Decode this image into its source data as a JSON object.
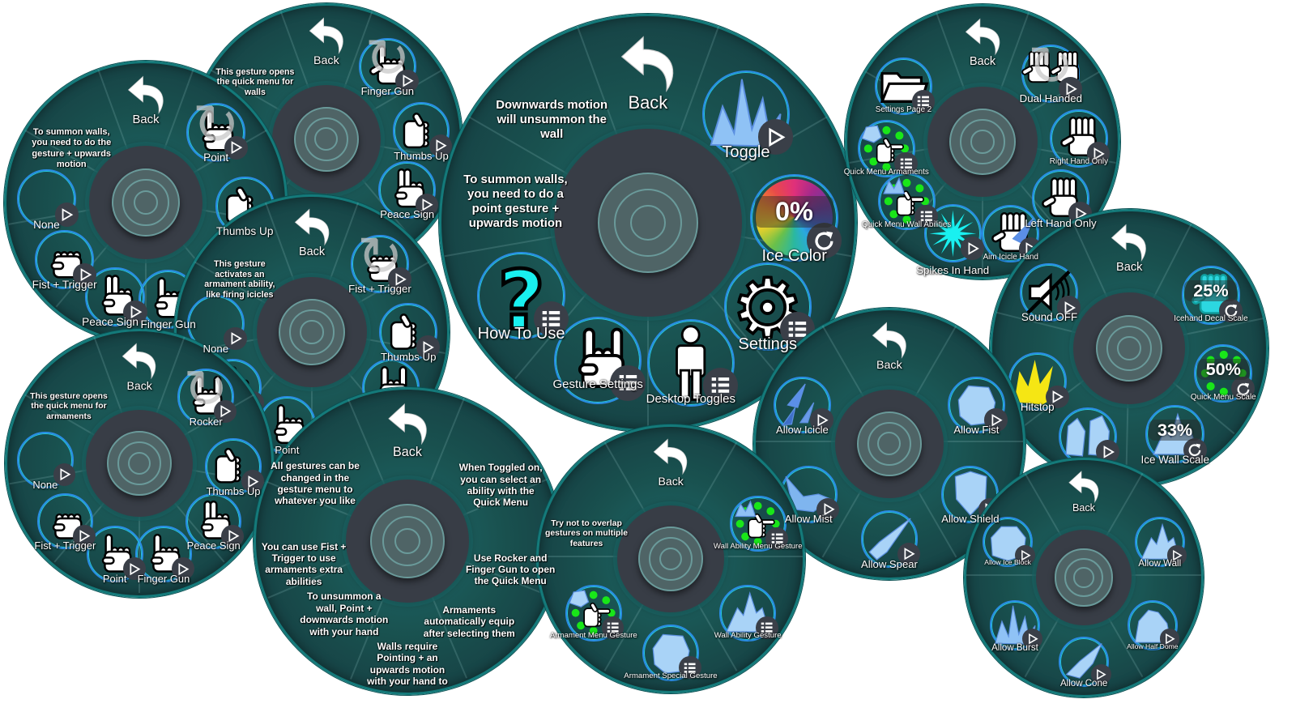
{
  "menus": [
    {
      "id": "wall-gesture-menu",
      "items": [
        {
          "type": "back",
          "label": "Back"
        },
        {
          "type": "button",
          "label": "Finger Gun",
          "icon": "finger-gun",
          "badge": "play",
          "selected": true
        },
        {
          "type": "button",
          "label": "Thumbs Up",
          "icon": "thumbs-up",
          "badge": "play"
        },
        {
          "type": "button",
          "label": "Peace Sign",
          "icon": "peace-sign",
          "badge": "play"
        },
        {
          "type": "note",
          "label": "This gesture opens the quick menu for walls"
        }
      ]
    },
    {
      "id": "summon-gesture-menu",
      "items": [
        {
          "type": "back",
          "label": "Back"
        },
        {
          "type": "button",
          "label": "Point",
          "icon": "point",
          "badge": "play",
          "selected": true
        },
        {
          "type": "button",
          "label": "Thumbs Up",
          "icon": "thumbs-up",
          "badge": "play"
        },
        {
          "type": "button",
          "label": "Finger Gun",
          "icon": "point",
          "badge": "play"
        },
        {
          "type": "button",
          "label": "Peace Sign",
          "icon": "peace-sign",
          "badge": "play"
        },
        {
          "type": "button",
          "label": "Fist + Trigger",
          "icon": "fist",
          "badge": "play"
        },
        {
          "type": "button",
          "label": "None",
          "icon": "none",
          "badge": "play"
        },
        {
          "type": "note",
          "label": "To summon walls, you need to do the gesture + upwards motion"
        }
      ]
    },
    {
      "id": "armament-ability-gesture-menu",
      "items": [
        {
          "type": "back",
          "label": "Back"
        },
        {
          "type": "button",
          "label": "Fist + Trigger",
          "icon": "fist",
          "badge": "play",
          "selected": true
        },
        {
          "type": "button",
          "label": "Thumbs Up",
          "icon": "thumbs-up",
          "badge": "play"
        },
        {
          "type": "button",
          "label": "",
          "icon": "rocker",
          "badge": "play"
        },
        {
          "type": "button",
          "label": "Point",
          "icon": "point",
          "badge": "play"
        },
        {
          "type": "button",
          "label": "",
          "icon": "peace-sign",
          "badge": "play"
        },
        {
          "type": "button",
          "label": "None",
          "icon": "none",
          "badge": "play"
        },
        {
          "type": "note",
          "label": "This gesture activates an armament ability, like firing icicles"
        }
      ]
    },
    {
      "id": "armament-quick-gesture-menu",
      "items": [
        {
          "type": "back",
          "label": "Back"
        },
        {
          "type": "button",
          "label": "Rocker",
          "icon": "rocker",
          "badge": "play",
          "selected": true
        },
        {
          "type": "button",
          "label": "Thumbs Up",
          "icon": "thumbs-up",
          "badge": "play"
        },
        {
          "type": "button",
          "label": "Peace Sign",
          "icon": "peace-sign",
          "badge": "play"
        },
        {
          "type": "button",
          "label": "Finger Gun",
          "icon": "point",
          "badge": "play"
        },
        {
          "type": "button",
          "label": "Point",
          "icon": "point",
          "badge": "play"
        },
        {
          "type": "button",
          "label": "Fist + Trigger",
          "icon": "fist",
          "badge": "play"
        },
        {
          "type": "button",
          "label": "None",
          "icon": "none",
          "badge": "play"
        },
        {
          "type": "note",
          "label": "This gesture opens the quick menu for armaments"
        }
      ]
    },
    {
      "id": "main-menu",
      "items": [
        {
          "type": "back",
          "label": "Back"
        },
        {
          "type": "button",
          "label": "Toggle",
          "icon": "ice-spikes",
          "badge": "play"
        },
        {
          "type": "button",
          "label": "Ice Color",
          "icon": "color-wheel",
          "badge": "reset",
          "value": "0%"
        },
        {
          "type": "button",
          "label": "Settings",
          "icon": "gear",
          "badge": "list"
        },
        {
          "type": "button",
          "label": "Desktop Toggles",
          "icon": "person",
          "badge": "list"
        },
        {
          "type": "button",
          "label": "Gesture Settings",
          "icon": "rocker",
          "badge": "list"
        },
        {
          "type": "button",
          "label": "How To Use",
          "icon": "question",
          "badge": "list"
        },
        {
          "type": "note",
          "label": "To summon walls, you need to do a point gesture + upwards motion"
        },
        {
          "type": "note",
          "label": "Downwards motion will unsummon the wall"
        }
      ]
    },
    {
      "id": "how-to-use-menu",
      "items": [
        {
          "type": "back",
          "label": "Back"
        },
        {
          "type": "note",
          "label": "When Toggled on, you can select an ability with the Quick Menu"
        },
        {
          "type": "note",
          "label": "Use Rocker and Finger Gun to open the Quick Menu"
        },
        {
          "type": "note",
          "label": "Armaments automatically equip after selecting them"
        },
        {
          "type": "note",
          "label": "Walls require Pointing + an upwards motion with your hand to"
        },
        {
          "type": "note",
          "label": "To unsummon a wall, Point + downwards motion with your hand"
        },
        {
          "type": "note",
          "label": "You can use Fist + Trigger to use armaments extra abilities"
        },
        {
          "type": "note",
          "label": "All gestures can be changed in the gesture menu to whatever you like"
        }
      ]
    },
    {
      "id": "settings-menu",
      "items": [
        {
          "type": "back",
          "label": "Back"
        },
        {
          "type": "button",
          "label": "Dual Handed",
          "icon": "dual-hands",
          "badge": "play",
          "selected": true
        },
        {
          "type": "button",
          "label": "Right Hand Only",
          "icon": "open-hand",
          "badge": "play"
        },
        {
          "type": "button",
          "label": "Left Hand Only",
          "icon": "open-hand",
          "badge": "play"
        },
        {
          "type": "button",
          "label": "Aim Icicle Hand",
          "icon": "aim-icicle",
          "badge": "play"
        },
        {
          "type": "button",
          "label": "Spikes In Hand",
          "icon": "starburst",
          "badge": "play"
        },
        {
          "type": "button",
          "label": "Quick Menu Wall Abilities",
          "icon": "quick-wall",
          "badge": "list"
        },
        {
          "type": "button",
          "label": "Quick Menu Armaments",
          "icon": "quick-armament",
          "badge": "list"
        },
        {
          "type": "button",
          "label": "Settings Page 2",
          "icon": "folder",
          "badge": "list"
        }
      ]
    },
    {
      "id": "settings-page-2-menu",
      "items": [
        {
          "type": "back",
          "label": "Back"
        },
        {
          "type": "button",
          "label": "Icehand Decal Scale",
          "icon": "cyan-hand",
          "badge": "reset",
          "value": "25%"
        },
        {
          "type": "button",
          "label": "Quick Menu Scale",
          "icon": "quick-dots",
          "badge": "reset",
          "value": "50%"
        },
        {
          "type": "button",
          "label": "Ice Wall Scale",
          "icon": "ice-mountain",
          "badge": "reset",
          "value": "33%"
        },
        {
          "type": "button",
          "label": "",
          "icon": "ice-fists",
          "badge": "play"
        },
        {
          "type": "button",
          "label": "Hitstop",
          "icon": "yellow-burst",
          "badge": "play"
        },
        {
          "type": "button",
          "label": "Sound OFF",
          "icon": "speaker-muted",
          "badge": "play"
        }
      ]
    },
    {
      "id": "armament-toggles-menu",
      "items": [
        {
          "type": "back",
          "label": "Back"
        },
        {
          "type": "button",
          "label": "Allow Fist",
          "icon": "ice-fist",
          "badge": "play"
        },
        {
          "type": "button",
          "label": "Allow Shield",
          "icon": "ice-shield",
          "badge": "play"
        },
        {
          "type": "button",
          "label": "Allow Spear",
          "icon": "ice-spear",
          "badge": "play"
        },
        {
          "type": "button",
          "label": "Allow Mist",
          "icon": "ice-mist",
          "badge": "play"
        },
        {
          "type": "button",
          "label": "Allow Icicle",
          "icon": "icicles",
          "badge": "play"
        }
      ]
    },
    {
      "id": "gesture-settings-menu",
      "items": [
        {
          "type": "back",
          "label": "Back"
        },
        {
          "type": "button",
          "label": "Wall Ability Menu Gesture",
          "icon": "quick-wall",
          "badge": "list"
        },
        {
          "type": "button",
          "label": "Wall Ability Gesture",
          "icon": "ice-mountain",
          "badge": "list"
        },
        {
          "type": "button",
          "label": "Armament Special Gesture",
          "icon": "ice-fist",
          "badge": "list"
        },
        {
          "type": "button",
          "label": "Armament Menu Gesture",
          "icon": "quick-armament",
          "badge": "list"
        },
        {
          "type": "note",
          "label": "Try not to overlap gestures on multiple features"
        }
      ]
    },
    {
      "id": "wall-toggles-menu",
      "items": [
        {
          "type": "back",
          "label": "Back"
        },
        {
          "type": "button",
          "label": "Allow Wall",
          "icon": "ice-mountain",
          "badge": "play"
        },
        {
          "type": "button",
          "label": "Allow Half Dome",
          "icon": "ice-dome",
          "badge": "play"
        },
        {
          "type": "button",
          "label": "Allow Cone",
          "icon": "ice-cone",
          "badge": "play"
        },
        {
          "type": "button",
          "label": "Allow Burst",
          "icon": "ice-spikes",
          "badge": "play"
        },
        {
          "type": "button",
          "label": "Allow Ice Block",
          "icon": "ice-block",
          "badge": "play"
        }
      ]
    }
  ],
  "colors": {
    "menu_bg": "#19514f",
    "menu_border": "#147a7a",
    "inner": "#383d46",
    "button_ring": "#2a8ce4",
    "ice": "#a9d3f7",
    "quick_dot": "#19e619",
    "cyan": "#19f0f0",
    "hitstop": "#f5e614"
  }
}
